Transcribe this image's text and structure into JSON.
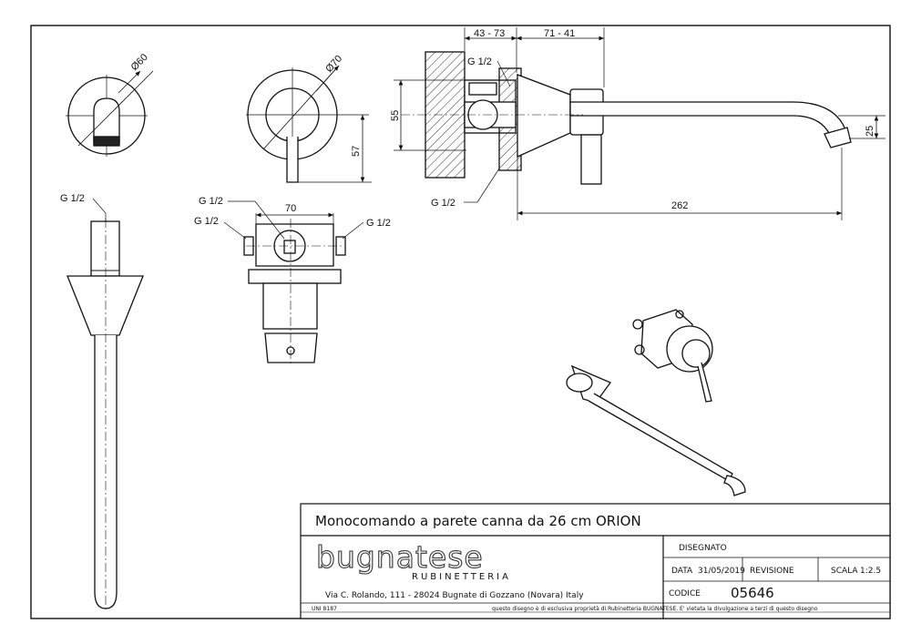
{
  "views": {
    "top_view": {
      "diameter_label": "Ø60"
    },
    "front_view": {
      "diameter_label": "Ø70",
      "height_label": "57"
    },
    "side_view": {
      "thread_top": "G 1/2",
      "thread_bottom": "G 1/2",
      "dim_wall": "43 - 73",
      "dim_body": "71 - 41",
      "dim_height": "55",
      "dim_spout_drop": "25",
      "dim_length": "262"
    },
    "vertical_view": {
      "thread_label": "G 1/2"
    },
    "box_view": {
      "width_label": "70",
      "thread_top": "G 1/2",
      "thread_left": "G 1/2",
      "thread_right": "G 1/2"
    }
  },
  "title_block": {
    "title": "Monocomando a parete canna da 26 cm ORION",
    "logo_main": "bugnatese",
    "logo_sub": "RUBINETTERIA",
    "address": "Via C. Rolando, 111 - 28024 Bugnate di Gozzano (Novara) Italy",
    "disegnato_label": "DISEGNATO",
    "data_label": "DATA",
    "data_value": "31/05/2019",
    "revisione_label": "REVISIONE",
    "scala_label": "SCALA",
    "scala_value": "1:2.5",
    "codice_label": "CODICE",
    "codice_value": "05646",
    "uni_label": "UNI 8187",
    "disclaimer": "questo disegno è di esclusiva proprietà di Rubinetteria BUGNATESE. E' vietata la divulgazione a terzi di questo disegno"
  }
}
